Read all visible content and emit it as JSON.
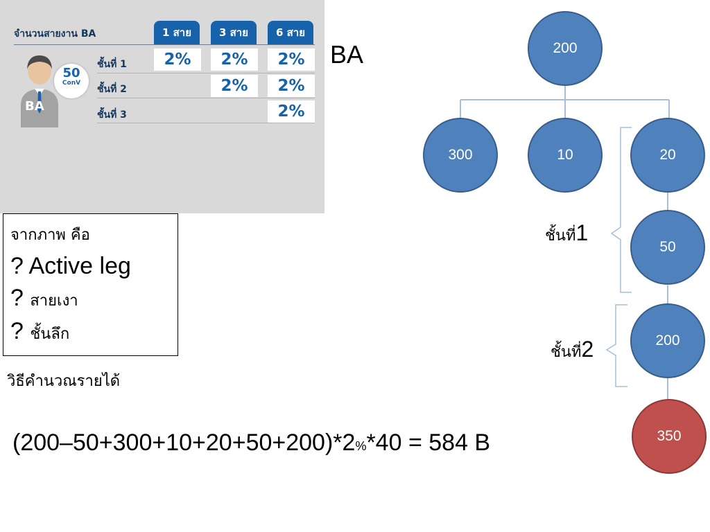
{
  "table": {
    "title": "จำนวนสายงาน BA",
    "columns": [
      "1 สาย",
      "3 สาย",
      "6 สาย"
    ],
    "rows": [
      {
        "label": "ชั้นที่ 1",
        "cells": [
          "2%",
          "2%",
          "2%"
        ]
      },
      {
        "label": "ชั้นที่ 2",
        "cells": [
          "",
          "2%",
          "2%"
        ]
      },
      {
        "label": "ชั้นที่ 3",
        "cells": [
          "",
          "",
          "2%"
        ]
      }
    ],
    "badge_value": "50",
    "badge_unit": "ConV",
    "avatar_label": "BA"
  },
  "ba_title": "BA",
  "questions": {
    "heading": "จากภาพ คือ",
    "items": [
      {
        "mark": "?",
        "text": "Active leg"
      },
      {
        "mark": "?",
        "text": "สายเงา"
      },
      {
        "mark": "?",
        "text": "ชั้นลึก"
      }
    ]
  },
  "calc_label": "วิธีคำนวณรายได้",
  "formula": {
    "part1": "(200–50+300+10+20+50+200)*2",
    "percent": "%",
    "part2": "*40 = 584 B"
  },
  "tree": {
    "root": "200",
    "children": [
      "300",
      "10",
      "20"
    ],
    "chain": [
      "50",
      "200",
      "350"
    ],
    "level1_label": {
      "text": "ชั้นที่",
      "num": "1"
    },
    "level2_label": {
      "text": "ชั้นที่",
      "num": "2"
    }
  },
  "colors": {
    "node_blue": "#4f81bd",
    "node_red": "#c0504d",
    "connector": "#a6bddb",
    "table_header": "#1763ab"
  }
}
